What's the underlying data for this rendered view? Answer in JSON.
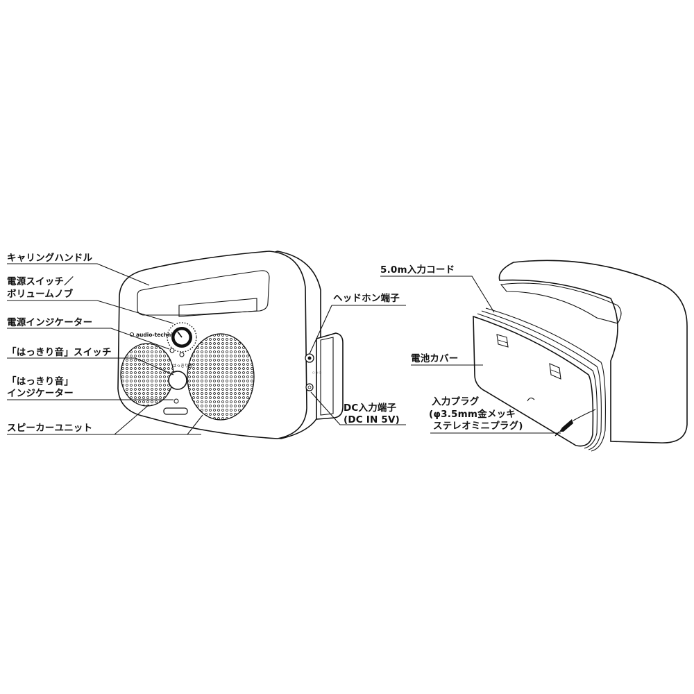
{
  "front_view": {
    "brand": "audio-technica",
    "button_label": "はっきり音",
    "labels": {
      "carrying_handle": "キャリングハンドル",
      "power_switch_line1": "電源スイッチ／",
      "power_switch_line2": "ボリュームノブ",
      "power_indicator": "電源インジケーター",
      "clear_voice_switch": "「はっきり音」スイッチ",
      "clear_voice_indicator_line1": "「はっきり音」",
      "clear_voice_indicator_line2": "インジケーター",
      "speaker_unit": "スピーカーユニット",
      "headphone_jack": "ヘッドホン端子",
      "dc_input_line1": "DC入力端子",
      "dc_input_line2": "(DC IN 5V)"
    }
  },
  "rear_view": {
    "labels": {
      "input_cord": "5.0m入力コード",
      "battery_cover": "電池カバー",
      "input_plug_line1": "入力プラグ",
      "input_plug_line2": "(φ3.5mm金メッキ",
      "input_plug_line3": "ステレオミニプラグ)"
    }
  }
}
